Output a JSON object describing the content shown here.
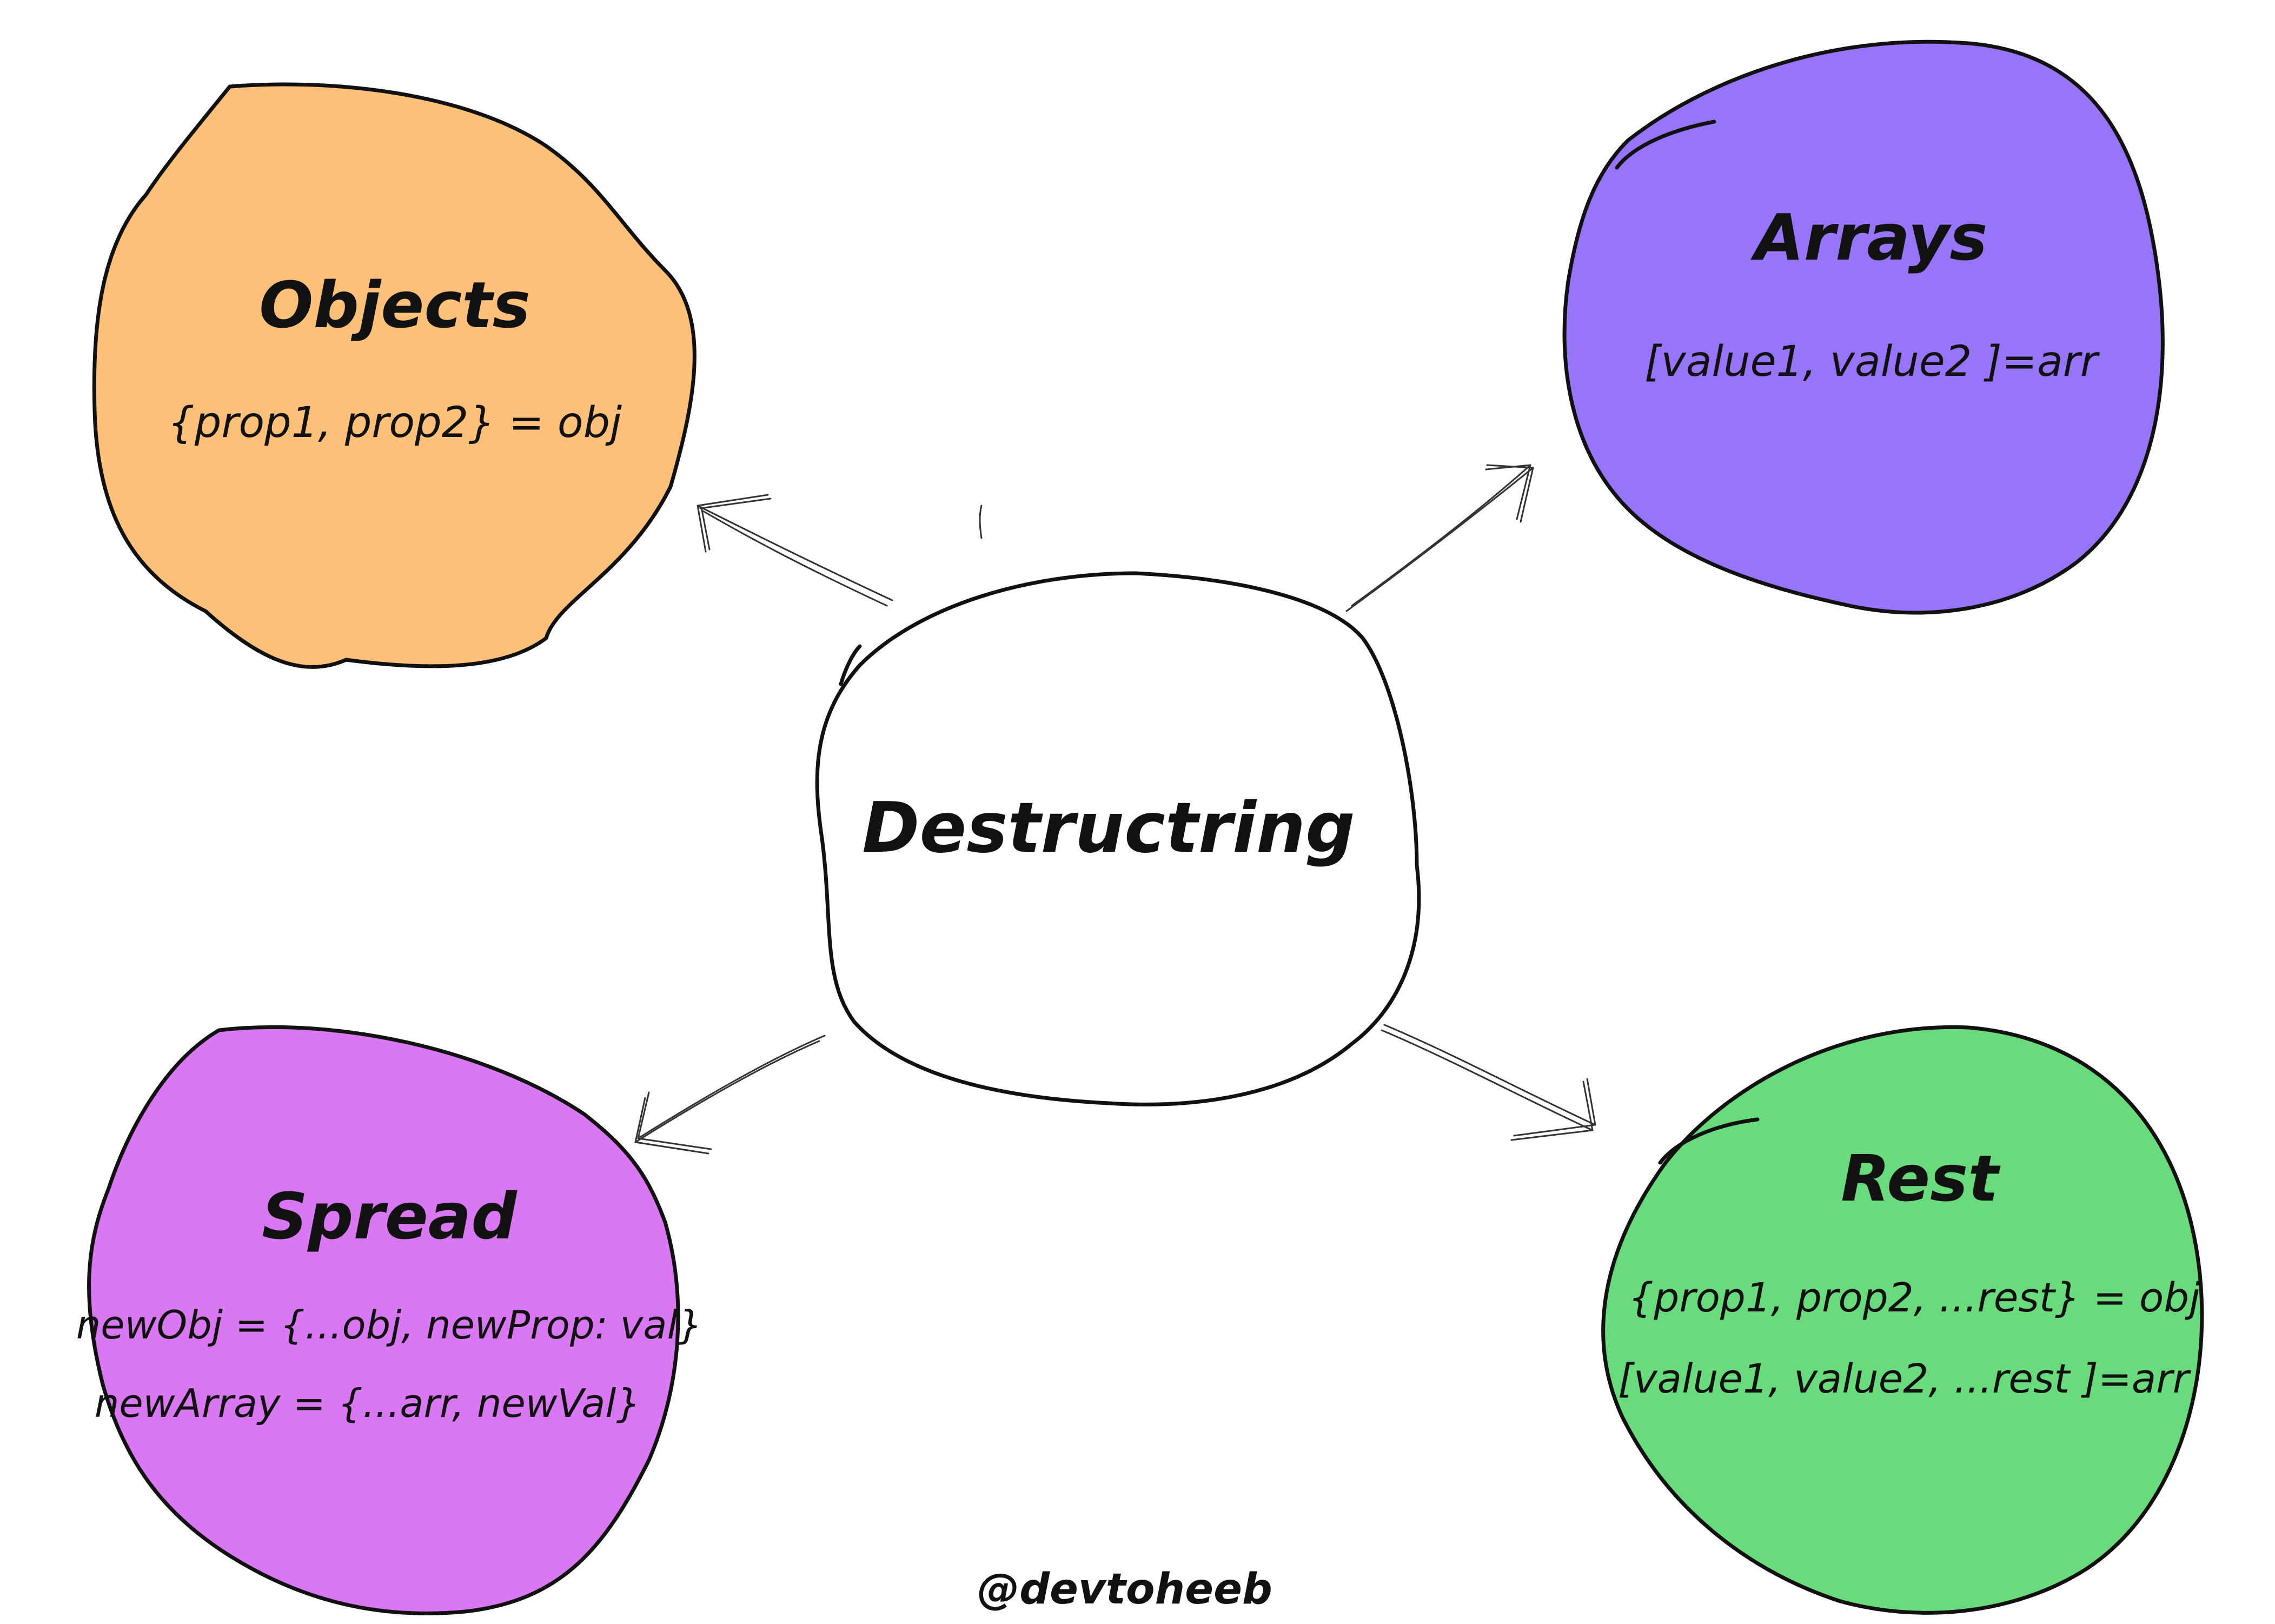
{
  "center": {
    "title": "Destructring",
    "fill": "#ffffff"
  },
  "nodes": {
    "objects": {
      "title": "Objects",
      "lines": [
        "{prop1, prop2} = obj"
      ],
      "fill": "#ffc17a"
    },
    "arrays": {
      "title": "Arrays",
      "lines": [
        "[value1, value2 ]=arr"
      ],
      "fill": "#9775fa"
    },
    "spread": {
      "title": "Spread",
      "lines": [
        "newObj = {...obj, newProp: val}",
        "newArray = {...arr, newVal}"
      ],
      "fill": "#da77f2"
    },
    "rest": {
      "title": "Rest",
      "lines": [
        "{prop1, prop2, ...rest} = obj",
        "[value1, value2, ...rest ]=arr"
      ],
      "fill": "#69db7c"
    }
  },
  "credit": "@devtoheeb"
}
